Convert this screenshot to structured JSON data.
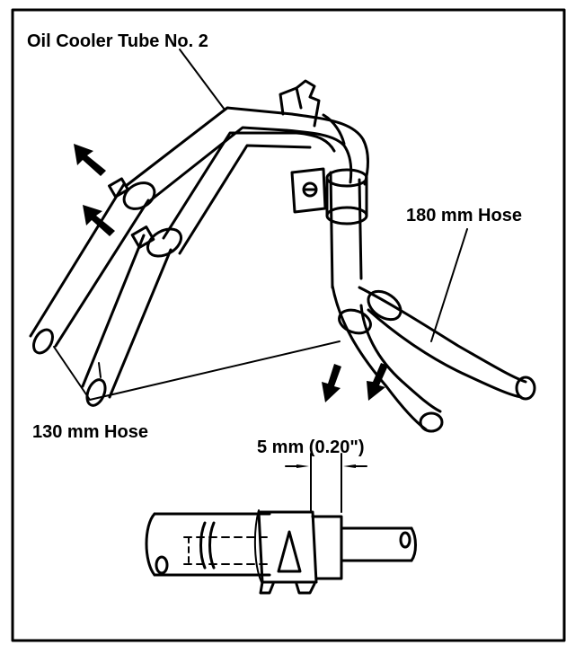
{
  "labels": {
    "tube": "Oil Cooler Tube No. 2",
    "hose_180": "180 mm Hose",
    "hose_130": "130 mm Hose",
    "gap": "5 mm (0.20\")"
  }
}
